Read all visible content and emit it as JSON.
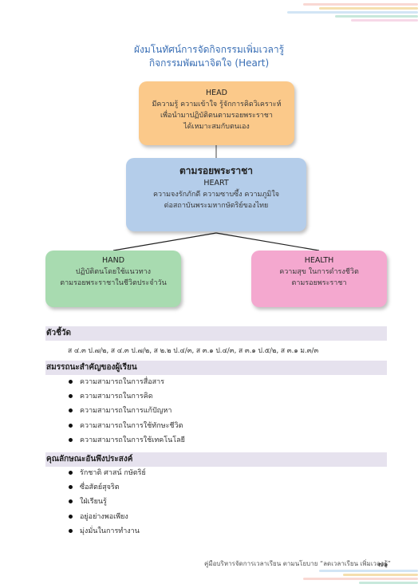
{
  "header": {
    "title_line1": "ผังมโนทัศน์การจัดกิจกรรมเพิ่มเวลารู้",
    "title_line2": "กิจกรรมพัฒนาจิตใจ (Heart)"
  },
  "diagram": {
    "head": {
      "title": "HEAD",
      "lines": [
        "มีความรู้ ความเข้าใจ รู้จักการคิดวิเคราะห์",
        "เพื่อนำมาปฏิบัติตนตามรอยพระราชา",
        "ได้เหมาะสมกับตนเอง"
      ]
    },
    "heart": {
      "main": "ตามรอยพระราชา",
      "title": "HEART",
      "lines": [
        "ความจงรักภักดี ความซาบซึ้ง ความภูมิใจ",
        "ต่อสถาบันพระมหากษัตริย์ของไทย"
      ]
    },
    "hand": {
      "title": "HAND",
      "lines": [
        "ปฏิบัติตนโดยใช้แนวทาง",
        "ตามรอยพระราชาในชีวิตประจำวัน"
      ]
    },
    "health": {
      "title": "HEALTH",
      "lines": [
        "ความสุข ในการดำรงชีวิต",
        "ตามรอยพระราชา"
      ]
    }
  },
  "indicators": {
    "heading": "ตัวชี้วัด",
    "text": "ส ๔.๓ ป.๗/๒, ส ๔.๓ ป.๗/๒, ส ๒.๒ ป.๔/๓, ส ๓.๑ ป.๔/๓, ส ๓.๑ ป.๕/๒, ส ๓.๑ ม.๓/๓"
  },
  "competencies": {
    "heading": "สมรรถนะสำคัญของผู้เรียน",
    "items": [
      "ความสามารถในการสื่อสาร",
      "ความสามารถในการคิด",
      "ความสามารถในการแก้ปัญหา",
      "ความสามารถในการใช้ทักษะชีวิต",
      "ความสามารถในการใช้เทคโนโลยี"
    ]
  },
  "characteristics": {
    "heading": "คุณลักษณะอันพึงประสงค์",
    "items": [
      "รักชาติ ศาสน์ กษัตริย์",
      "ซื่อสัตย์สุจริต",
      "ใฝ่เรียนรู้",
      "อยู่อย่างพอเพียง",
      "มุ่งมั่นในการทำงาน"
    ]
  },
  "footer": {
    "text": "คู่มือบริหารจัดการเวลาเรียน ตามนโยบาย “ลดเวลาเรียน เพิ่มเวลารู้”",
    "page": "๗๑"
  },
  "colors": {
    "head_box": "#fbc98a",
    "heart_box": "#b4cdea",
    "hand_box": "#a8dbb0",
    "health_box": "#f4a8cf",
    "section_band": "#e6e2ee",
    "title": "#3a6fb5"
  }
}
